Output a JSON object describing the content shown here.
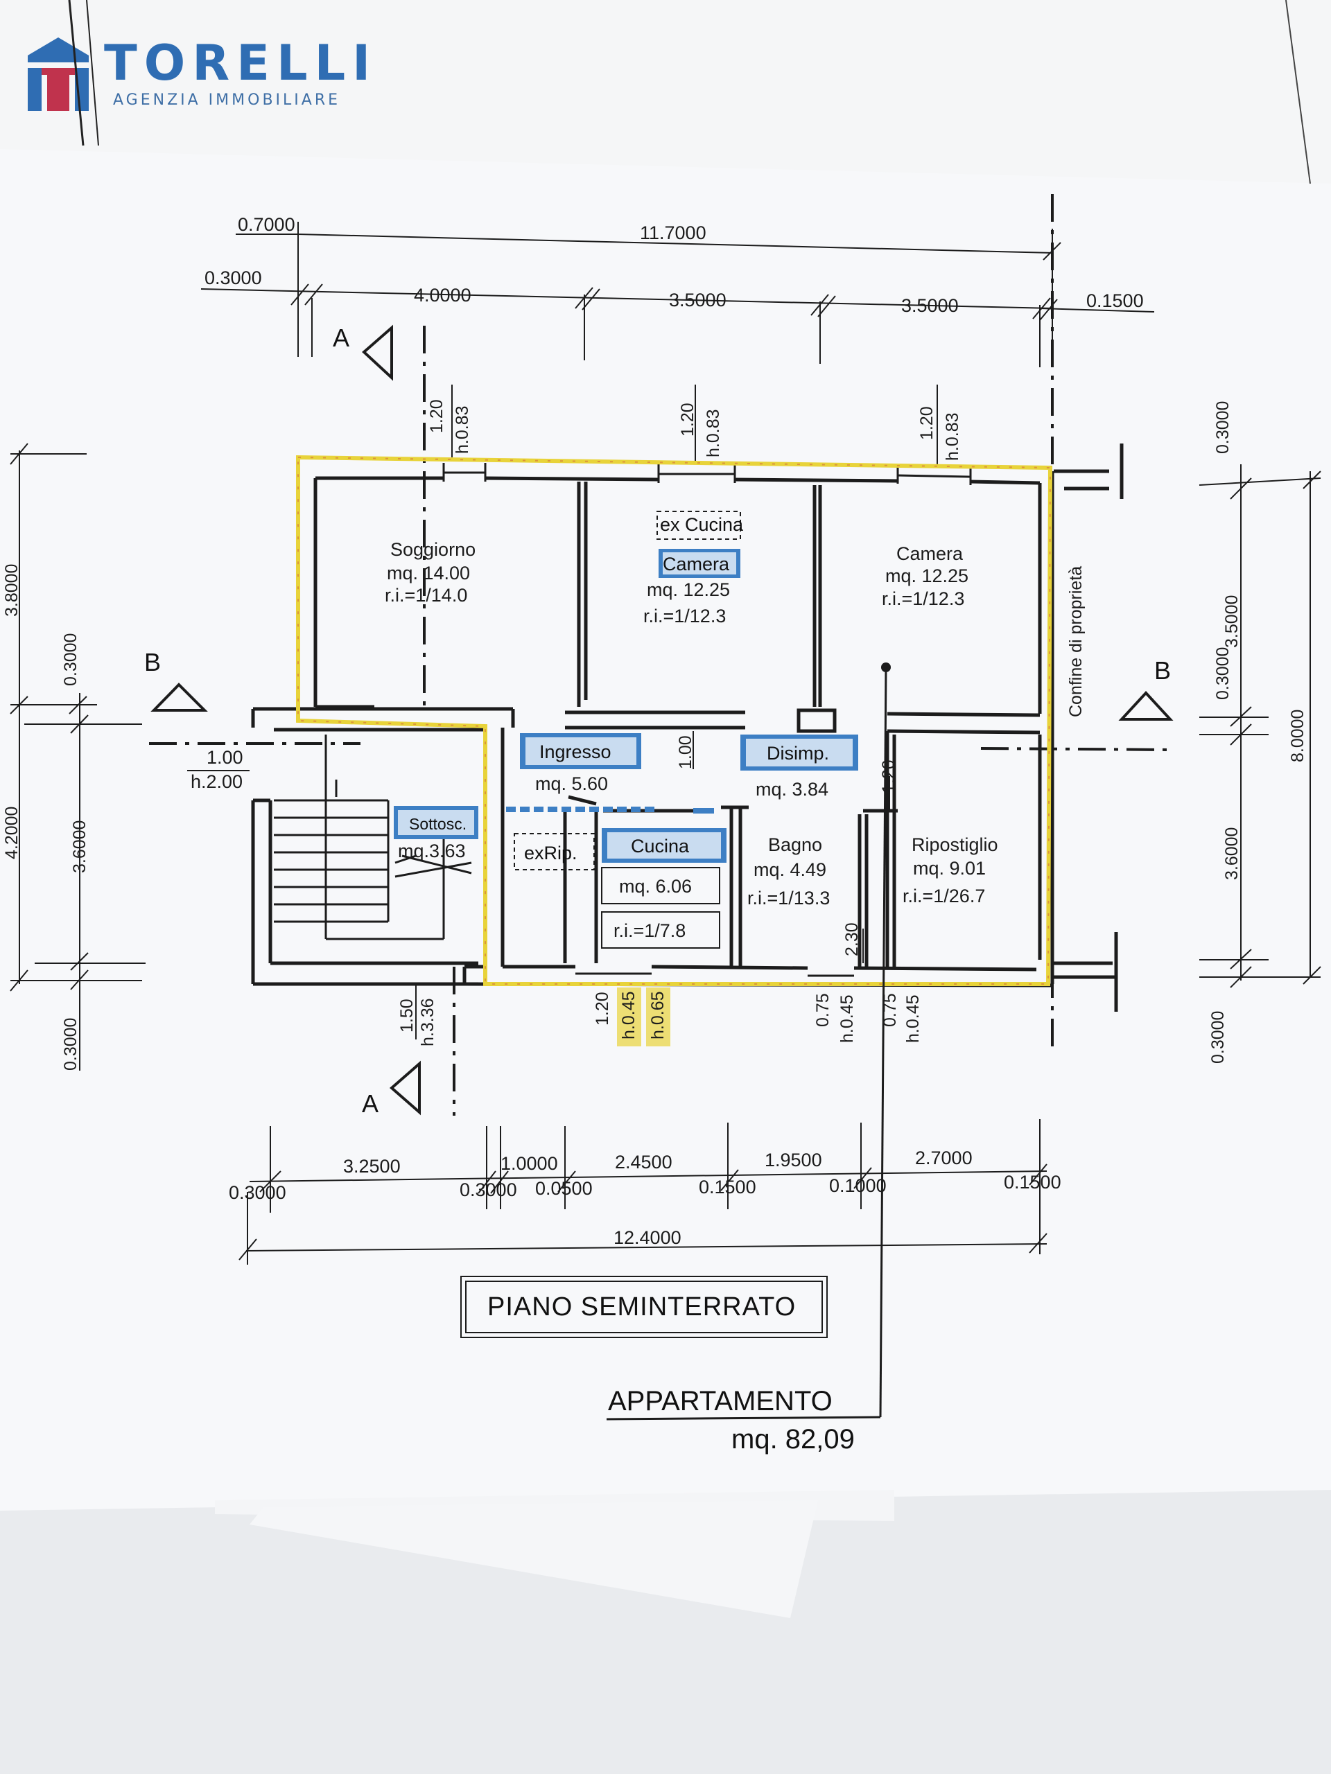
{
  "brand": {
    "name": "TORELLI",
    "tagline": "AGENZIA IMMOBILIARE",
    "logo_icon": "house-logo-icon",
    "colors": {
      "primary": "#2f6db3",
      "accent": "#c0334d"
    }
  },
  "plan": {
    "title": "PIANO SEMINTERRATO",
    "apartment_label": "APPARTAMENTO",
    "apartment_area": "mq. 82,09",
    "property_boundary": "Confine di proprietà",
    "highlight_color": "#e8d33a",
    "label_color": "#3d7fc4",
    "section_marks": [
      "A",
      "A",
      "B",
      "B"
    ]
  },
  "rooms": {
    "soggiorno": {
      "name": "Soggiorno",
      "area": "mq. 14.00",
      "ri": "r.i.=1/14.0"
    },
    "camera1": {
      "old_name": "ex Cucina",
      "name": "Camera",
      "area": "mq. 12.25",
      "ri": "r.i.=1/12.3"
    },
    "camera2": {
      "name": "Camera",
      "area": "mq. 12.25",
      "ri": "r.i.=1/12.3"
    },
    "ingresso": {
      "name": "Ingresso",
      "area": "mq. 5.60"
    },
    "disimp": {
      "name": "Disimp.",
      "area": "mq. 3.84"
    },
    "sottosc": {
      "name": "Sottosc.",
      "area": "mq.3.63"
    },
    "cucina": {
      "old_name": "exRip.",
      "name": "Cucina",
      "area": "mq. 6.06",
      "ri": "r.i.=1/7.8"
    },
    "bagno": {
      "name": "Bagno",
      "area": "mq. 4.49",
      "ri": "r.i.=1/13.3"
    },
    "ripostiglio": {
      "name": "Ripostiglio",
      "area": "mq. 9.01",
      "ri": "r.i.=1/26.7"
    }
  },
  "dimensions": {
    "top_overall": "11.7000",
    "top_left_a": "0.7000",
    "top_left_b": "0.3000",
    "top_segments": [
      "4.0000",
      "3.5000",
      "3.5000",
      "0.1500"
    ],
    "bottom_segments": [
      "3.2500",
      "1.0000",
      "2.4500",
      "1.9500",
      "2.7000"
    ],
    "bottom_small": [
      "0.3000",
      "0.3000",
      "0.0500",
      "0.1500",
      "0.1000",
      "0.1500"
    ],
    "bottom_overall": "12.4000",
    "left_outer": [
      "3.8000",
      "4.2000",
      "0.3000"
    ],
    "left_inner": [
      "0.3000",
      "3.6000"
    ],
    "right_inner": [
      "0.3000",
      "3.5000",
      "0.3000",
      "3.6000",
      "0.3000"
    ],
    "right_overall": "8.0000",
    "window_top": [
      {
        "w": "1.20",
        "h": "h.0.83"
      },
      {
        "w": "1.20",
        "h": "h.0.83"
      },
      {
        "w": "1.20",
        "h": "h.0.83"
      }
    ],
    "door_ingresso": {
      "w": "1.00"
    },
    "door_disimp": {
      "w": "1.20"
    },
    "door_stair": {
      "w": "1.00",
      "h": "h.2.00"
    },
    "door_bottom": {
      "w": "1.50",
      "h": "h.3.36"
    },
    "window_cucina": [
      {
        "w": "1.20",
        "h": "h.0.45"
      },
      {
        "h": "h.0.65"
      }
    ],
    "window_bagno": {
      "w": "0.75",
      "h": "h.0.45"
    },
    "window_ripost": {
      "w": "0.75",
      "h": "h.0.45"
    },
    "bagno_height": "2.30"
  }
}
